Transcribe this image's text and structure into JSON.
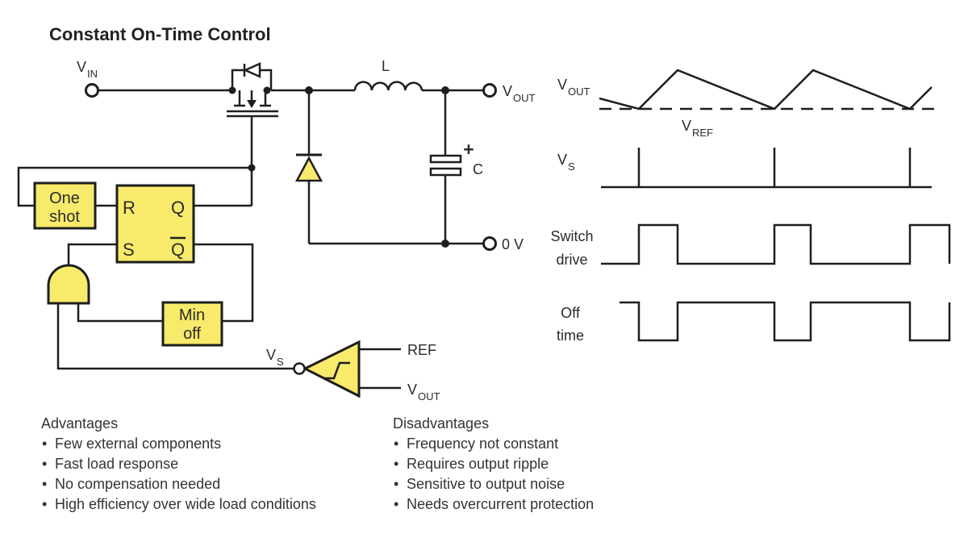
{
  "title": "Constant On-Time Control",
  "colors": {
    "component_fill": "#F8EA6B",
    "line": "#1E1E1E",
    "background": "#FFFFFF"
  },
  "circuit": {
    "vin": {
      "base": "V",
      "sub": "IN"
    },
    "vout": {
      "base": "V",
      "sub": "OUT"
    },
    "zero_volt": "0 V",
    "inductor": "L",
    "capacitor": "C",
    "capacitor_polarity": "+",
    "one_shot": {
      "line1": "One",
      "line2": "shot"
    },
    "flipflop": {
      "reset": "R",
      "set": "S",
      "q": "Q",
      "q_bar": "Q"
    },
    "min_off": {
      "line1": "Min",
      "line2": "off"
    },
    "comparator": {
      "output": {
        "base": "V",
        "sub": "S"
      },
      "input_ref": "REF",
      "input_vout": {
        "base": "V",
        "sub": "OUT"
      }
    }
  },
  "waveforms": {
    "vout_label": {
      "base": "V",
      "sub": "OUT"
    },
    "vref_label": {
      "base": "V",
      "sub": "REF"
    },
    "vs_label": {
      "base": "V",
      "sub": "S"
    },
    "switch_drive": {
      "line1": "Switch",
      "line2": "drive"
    },
    "off_time": {
      "line1": "Off",
      "line2": "time"
    }
  },
  "lists": {
    "advantages": {
      "title": "Advantages",
      "items": [
        "Few external components",
        "Fast load response",
        "No compensation needed",
        "High efficiency over wide load conditions"
      ]
    },
    "disadvantages": {
      "title": "Disadvantages",
      "items": [
        "Frequency not constant",
        "Requires output ripple",
        "Sensitive to output noise",
        "Needs overcurrent protection"
      ]
    }
  }
}
